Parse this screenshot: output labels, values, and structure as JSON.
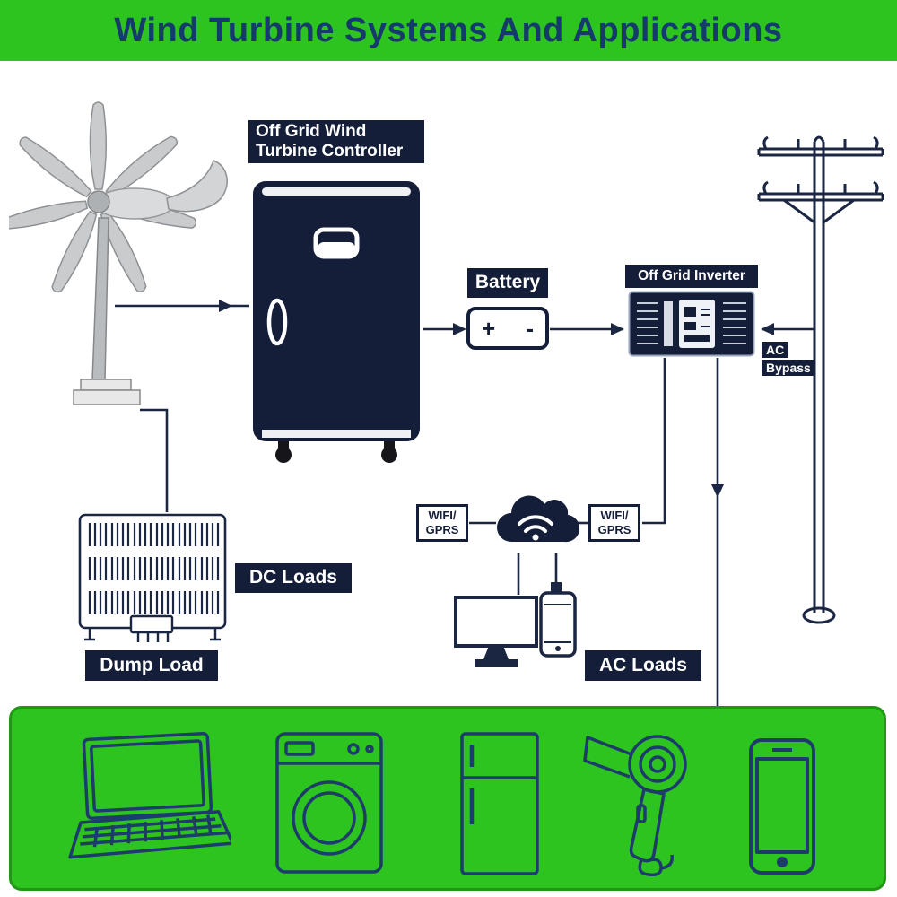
{
  "title": "Wind Turbine Systems And Applications",
  "labels": {
    "controller": "Off Grid Wind Turbine Controller",
    "battery": "Battery",
    "battery_plus": "+",
    "battery_minus": "-",
    "inverter": "Off Grid Inverter",
    "ac_bypass_line1": "AC",
    "ac_bypass_line2": "Bypass",
    "dc_loads": "DC Loads",
    "dump_load": "Dump Load",
    "ac_loads": "AC Loads",
    "wifi_left": {
      "line1": "WIFI/",
      "line2": "GPRS"
    },
    "wifi_right": {
      "line1": "WIFI/",
      "line2": "GPRS"
    }
  },
  "icons": {
    "equipment": [
      "wind-turbine-icon",
      "controller-icon",
      "battery-icon",
      "inverter-icon",
      "utility-pole-icon",
      "dump-load-icon"
    ],
    "network": [
      "cloud-icon",
      "wifi-signal-icon",
      "monitor-icon",
      "smartphone-small-icon"
    ],
    "appliances": [
      "laptop-icon",
      "washing-machine-icon",
      "refrigerator-icon",
      "hair-dryer-icon",
      "smartphone-icon"
    ]
  },
  "colors": {
    "green": "#2ec41f",
    "green_border": "#1f9715",
    "navy": "#141e38",
    "line": "#1b2742",
    "title_text": "#153a6c",
    "icon_stroke": "#1d3c6b"
  }
}
